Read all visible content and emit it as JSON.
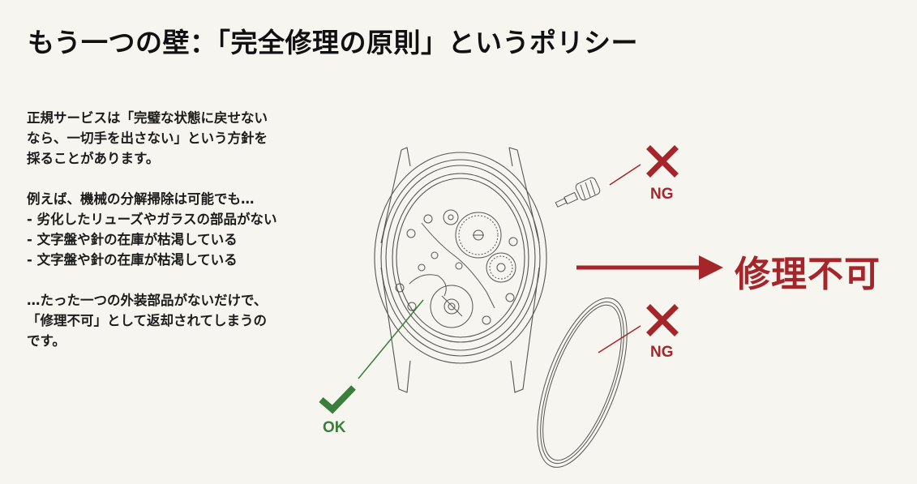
{
  "title": "もう一つの壁：「完全修理の原則」というポリシー",
  "body": {
    "intro": [
      "正規サービスは「完璧な状態に戻せない",
      "なら、一切手を出さない」という方針を",
      "採ることがあります。"
    ],
    "example_lead": "例えば、機械の分解掃除は可能でも…",
    "bullets": [
      "- 劣化したリューズやガラスの部品がない",
      "- 文字盤や針の在庫が枯渇している",
      "- 文字盤や針の在庫が枯渇している"
    ],
    "conclusion": [
      "…たった一つの外装部品がないだけで、",
      "「修理不可」として返却されてしまうの",
      "です。"
    ]
  },
  "diagram": {
    "movement_label": "OK",
    "crown_label": "NG",
    "crystal_label": "NG",
    "result_label": "修理不可",
    "icons": {
      "movement": "check-icon",
      "crown": "cross-icon",
      "crystal": "cross-icon"
    },
    "colors": {
      "ng": "#a5262a",
      "ok": "#3b7d3b",
      "line": "#4a4a4a",
      "background": "#f6f5f0"
    }
  }
}
